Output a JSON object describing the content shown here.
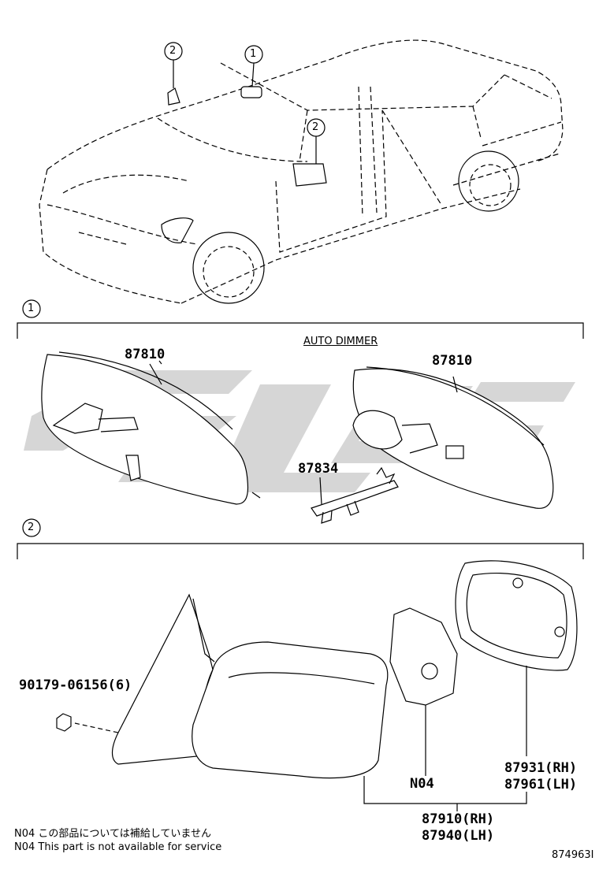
{
  "callouts": {
    "one": "1",
    "two": "2"
  },
  "section1": {
    "header_number": "1",
    "auto_dimmer_label": "AUTO DIMMER",
    "mirror_left_part": "87810",
    "mirror_right_part": "87810",
    "bracket_part": "87834"
  },
  "section2": {
    "header_number": "2",
    "bolt_part": "90179-06156(6)",
    "motor_label": "N04",
    "glass_rh": "87931(RH)",
    "glass_lh": "87961(LH)",
    "assy_rh": "87910(RH)",
    "assy_lh": "87940(LH)"
  },
  "notes": {
    "note_jp": "N04 この部品については補給していません",
    "note_en": "N04 This part is not available for service"
  },
  "diagram_id": "874963I",
  "watermark_color": "#c8c8c8"
}
